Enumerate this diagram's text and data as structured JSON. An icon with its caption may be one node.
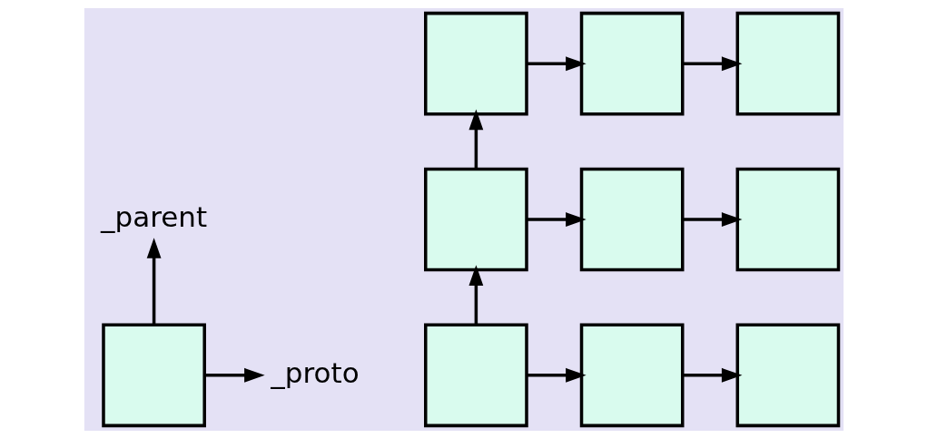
{
  "diagram": {
    "nodes": [
      {
        "text": [
          "_parent"
        ]
      },
      {
        "text": [],
        "shape": "box"
      },
      {
        "text": [
          "_proto"
        ]
      },
      {
        "text": [],
        "shape": "box"
      },
      {
        "text": [],
        "shape": "box"
      },
      {
        "text": [],
        "shape": "box"
      },
      {
        "text": [],
        "shape": "box"
      },
      {
        "text": [],
        "shape": "box"
      },
      {
        "text": [],
        "shape": "box"
      },
      {
        "text": [],
        "shape": "box"
      },
      {
        "text": [],
        "shape": "box"
      },
      {
        "text": [],
        "shape": "box"
      }
    ],
    "edges": [
      {
        "from": 1,
        "to": 0,
        "arrow": "to"
      },
      {
        "from": 1,
        "to": 2,
        "arrow": "to"
      },
      {
        "from": 3,
        "to": 4,
        "arrow": "to"
      },
      {
        "from": 4,
        "to": 5,
        "arrow": "to"
      },
      {
        "from": 6,
        "to": 3,
        "arrow": "to"
      },
      {
        "from": 6,
        "to": 7,
        "arrow": "to"
      },
      {
        "from": 7,
        "to": 8,
        "arrow": "to"
      },
      {
        "from": 9,
        "to": 6,
        "arrow": "to"
      },
      {
        "from": 9,
        "to": 10,
        "arrow": "to"
      },
      {
        "from": 10,
        "to": 11,
        "arrow": "to"
      }
    ]
  }
}
